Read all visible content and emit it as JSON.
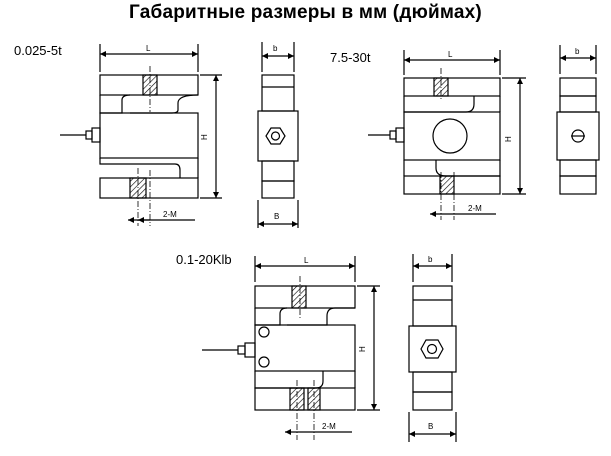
{
  "title": "Габаритные размеры в мм (дюймах)",
  "views": [
    {
      "id": "view-1",
      "range": "0.025-5t",
      "length": "L",
      "height": "H",
      "width_top": "b",
      "width_bottom": "B",
      "thread": "2-M"
    },
    {
      "id": "view-2",
      "range": "7.5-30t",
      "length": "L",
      "height": "H",
      "width_top": "b",
      "thread": "2-M"
    },
    {
      "id": "view-3",
      "range": "0.1-20Klb",
      "length": "L",
      "height": "H",
      "width_top": "b",
      "width_bottom": "B",
      "thread": "2-M"
    }
  ]
}
